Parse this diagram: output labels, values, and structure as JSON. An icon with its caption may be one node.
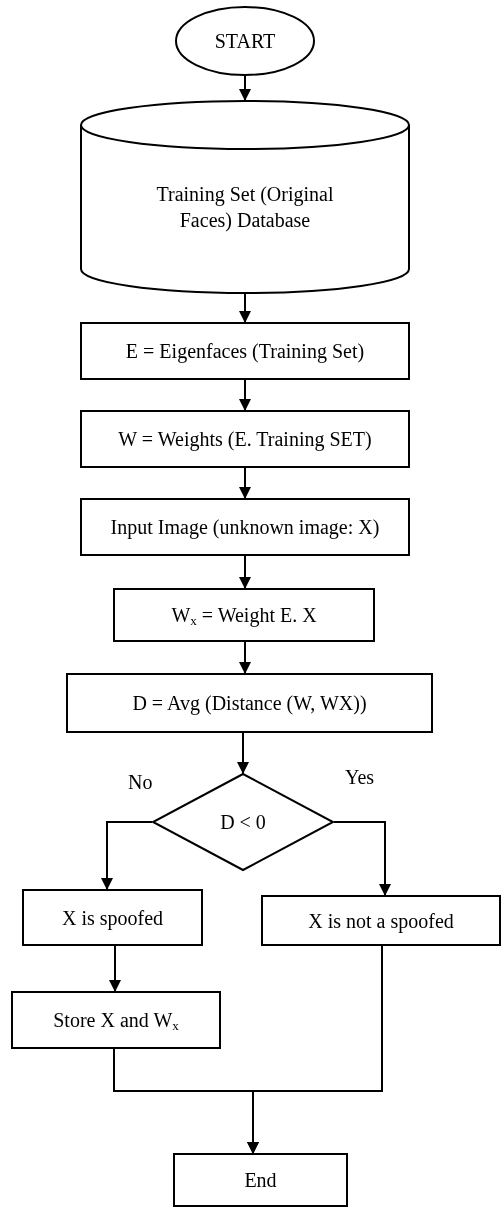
{
  "diagram": {
    "nodes": [
      {
        "text": [
          "START"
        ]
      },
      {
        "text": [
          "Training Set (Original Faces) Database"
        ]
      },
      {
        "text": [
          "E = Eigenfaces (Training Set)"
        ]
      },
      {
        "text": [
          "W = Weights (E. Training SET)"
        ]
      },
      {
        "text": [
          "Input Image (unknown image: X)"
        ]
      },
      {
        "text": [
          "W$_{x}$ = Weight E. X"
        ]
      },
      {
        "text": [
          "D = Avg (Distance (W, WX))"
        ]
      },
      {
        "text": [
          "D < 0"
        ]
      },
      {
        "text": [
          "X is spoofed"
        ]
      },
      {
        "text": [
          "X is not a spoofed"
        ]
      },
      {
        "text": [
          "Store X and W$_{x}$"
        ]
      },
      {
        "text": [
          "End"
        ]
      }
    ],
    "edges": [
      {
        "from": 0,
        "to": 1,
        "arrow": "to"
      },
      {
        "from": 1,
        "to": 2,
        "arrow": "to"
      },
      {
        "from": 2,
        "to": 3,
        "arrow": "to"
      },
      {
        "from": 3,
        "to": 4,
        "arrow": "to"
      },
      {
        "from": 4,
        "to": 5,
        "arrow": "to"
      },
      {
        "from": 5,
        "to": 6,
        "arrow": "to"
      },
      {
        "from": 6,
        "to": 7,
        "arrow": "to"
      },
      {
        "from": 7,
        "to": 8,
        "arrow": "to",
        "label": "No"
      },
      {
        "from": 7,
        "to": 9,
        "arrow": "to",
        "label": "Yes"
      },
      {
        "from": 8,
        "to": 10,
        "arrow": "to"
      },
      {
        "from": 10,
        "to": 11,
        "arrow": "to"
      },
      {
        "from": 9,
        "to": 11,
        "arrow": "to"
      }
    ]
  }
}
